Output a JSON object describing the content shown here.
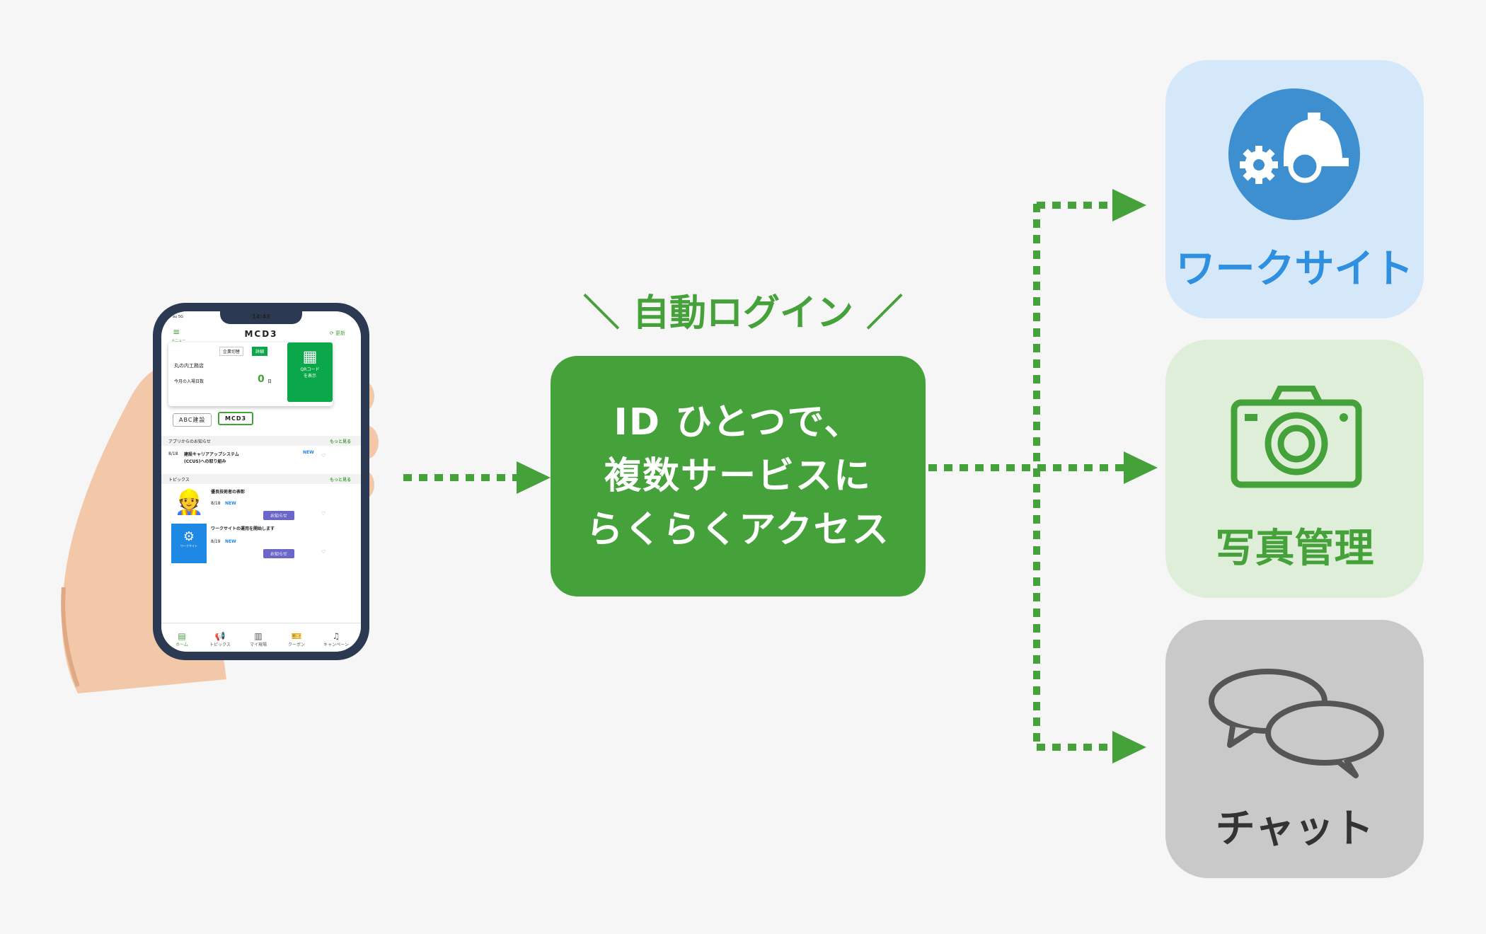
{
  "auto_login_label": "自動ログイン",
  "auto_login_slash_left": "＼",
  "auto_login_slash_right": "／",
  "center_box": {
    "lines": [
      "ID ひとつで、",
      "複数サービスに",
      "らくらくアクセス"
    ]
  },
  "services": [
    {
      "label": "ワークサイト",
      "icon": "helmet-gear-icon",
      "bg": "#d5e8fa",
      "color": "#2f8fe0"
    },
    {
      "label": "写真管理",
      "icon": "camera-icon",
      "bg": "#dfeed8",
      "color": "#45a13a"
    },
    {
      "label": "チャット",
      "icon": "chat-bubbles-icon",
      "bg": "#c9c9c9",
      "color": "#333333"
    }
  ],
  "colors": {
    "accent_green": "#45a13a",
    "arrow_green": "#45a13a",
    "phone_frame": "#2b3952"
  },
  "phone": {
    "time": "14:43",
    "status": "au 5G",
    "menu_label": "メニュー",
    "title": "MCD3",
    "refresh": "更新",
    "company_btn": "企業切替",
    "detail_btn": "詳細",
    "company_name": "丸の内工務店",
    "month_label": "今月の入場日数",
    "days_value": "0",
    "days_unit": "日",
    "qr_label_1": "QRコード",
    "qr_label_2": "を表示",
    "tags": [
      "ABC建設",
      "MCD3"
    ],
    "notice_section": "アプリからのお知らせ",
    "more": "もっと見る",
    "notice_date": "8/18",
    "notice_text_1": "建設キャリアアップシステム",
    "notice_text_2": "(CCUS)への取り組み",
    "new": "NEW",
    "topics_section": "トピックス",
    "topic1_title": "優良技術者の表彰",
    "topic1_date": "8/18",
    "topic2_title": "ワークサイトの運用を開始します",
    "topic2_date": "8/19",
    "topic2_thumb": "ワークサイト",
    "badge": "お知らせ",
    "tabs": [
      "ホーム",
      "トピックス",
      "マイ現場",
      "クーポン",
      "キャンペーン"
    ]
  }
}
